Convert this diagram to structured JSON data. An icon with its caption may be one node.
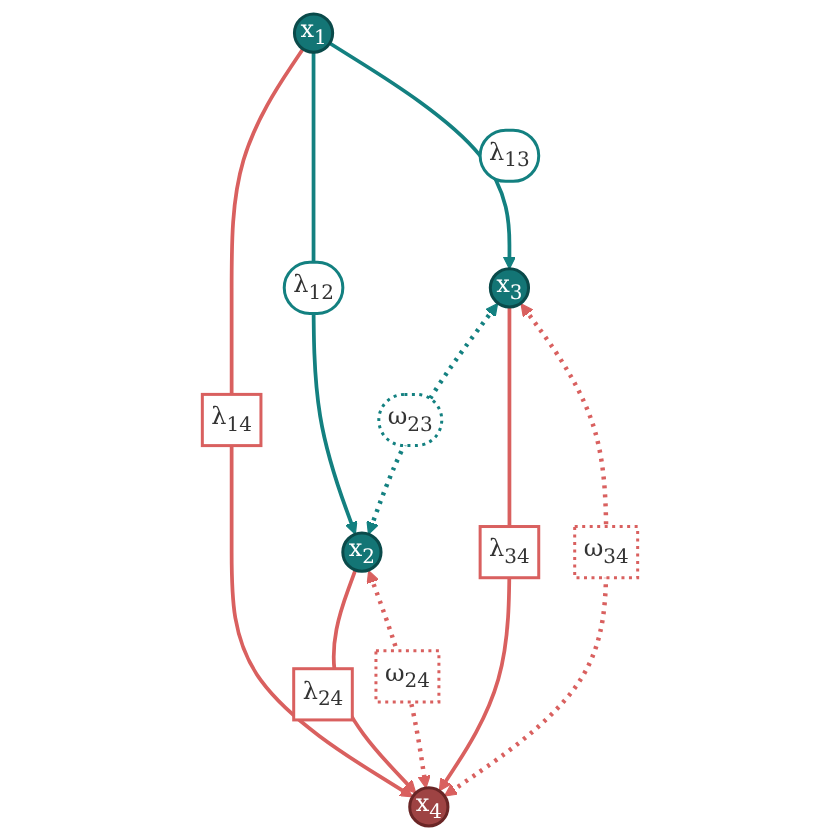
{
  "diagram": {
    "nodes": [
      {
        "text": [
          "x$_{1}$"
        ]
      },
      {
        "text": [
          "x$_{2}$"
        ]
      },
      {
        "text": [
          "x$_{3}$"
        ]
      },
      {
        "text": [
          "x$_{4}$"
        ]
      }
    ],
    "edges": [
      {
        "from": 0,
        "to": 1,
        "arrow": "to",
        "label": "λ$_{12}$",
        "color": "#138080"
      },
      {
        "from": 0,
        "to": 2,
        "arrow": "to",
        "label": "λ$_{13}$",
        "color": "#138080"
      },
      {
        "from": 0,
        "to": 3,
        "arrow": "to",
        "label": "λ$_{14}$"
      },
      {
        "from": 2,
        "to": 1,
        "arrow": "both",
        "label": "ω$_{23}$",
        "style": "dashed",
        "color": "#138080"
      },
      {
        "from": 1,
        "to": 3,
        "arrow": "to",
        "label": "λ$_{24}$"
      },
      {
        "from": 1,
        "to": 3,
        "arrow": "both",
        "label": "ω$_{24}$",
        "style": "dashed"
      },
      {
        "from": 2,
        "to": 3,
        "arrow": "to",
        "label": "λ$_{34}$"
      },
      {
        "from": 2,
        "to": 3,
        "arrow": "both",
        "label": "ω$_{34}$",
        "style": "dashed"
      }
    ]
  }
}
